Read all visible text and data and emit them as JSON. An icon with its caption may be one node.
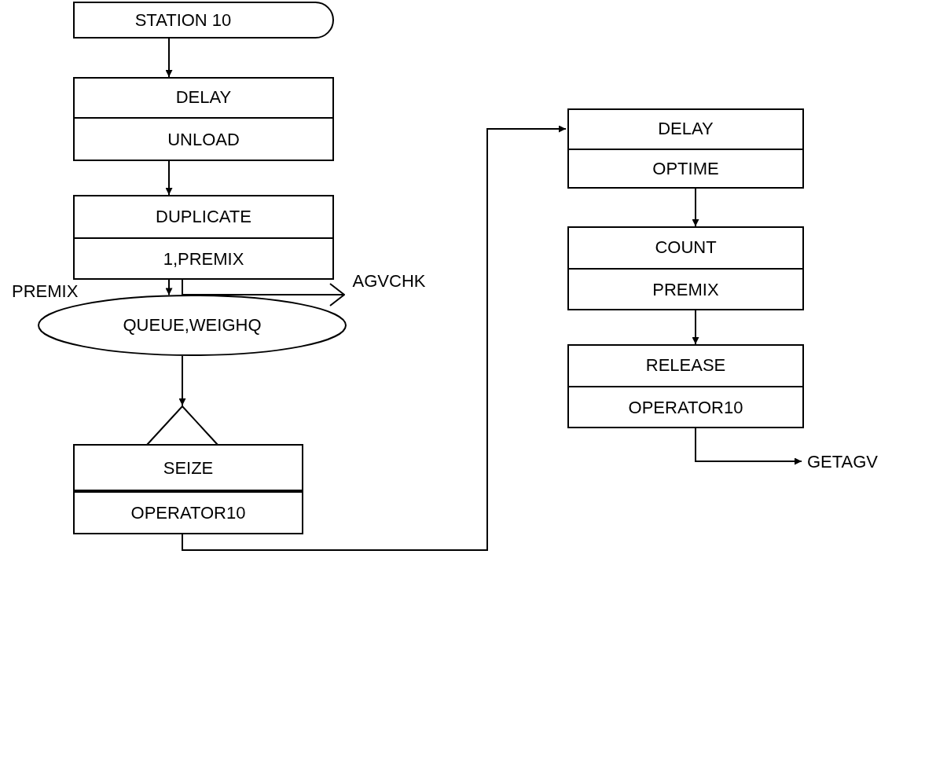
{
  "diagram": {
    "nodes": [
      {
        "text": [
          "STATION 10"
        ]
      },
      {
        "text": [
          "DELAY",
          "UNLOAD"
        ]
      },
      {
        "text": [
          "DUPLICATE",
          "1,PREMIX"
        ]
      },
      {
        "text": [
          "AGVCHK"
        ]
      },
      {
        "text": [
          "QUEUE,WEIGHQ"
        ],
        "beside": [
          "PREMIX"
        ]
      },
      {
        "text": [
          "SEIZE",
          "OPERATOR10"
        ]
      },
      {
        "text": [
          "DELAY",
          "OPTIME"
        ]
      },
      {
        "text": [
          "COUNT",
          "PREMIX"
        ]
      },
      {
        "text": [
          "RELEASE",
          "OPERATOR10"
        ]
      },
      {
        "text": [
          "GETAGV"
        ]
      }
    ],
    "edges": [
      {
        "from": 0,
        "to": 1,
        "arrow": "to"
      },
      {
        "from": 1,
        "to": 2,
        "arrow": "to"
      },
      {
        "from": 2,
        "to": 4,
        "arrow": "to"
      },
      {
        "from": 2,
        "to": 3,
        "arrow": "to"
      },
      {
        "from": 4,
        "to": 5,
        "arrow": "to"
      },
      {
        "from": 5,
        "to": 6,
        "arrow": "to"
      },
      {
        "from": 6,
        "to": 7,
        "arrow": "to"
      },
      {
        "from": 7,
        "to": 8,
        "arrow": "to"
      },
      {
        "from": 8,
        "to": 9,
        "arrow": "to"
      }
    ]
  }
}
